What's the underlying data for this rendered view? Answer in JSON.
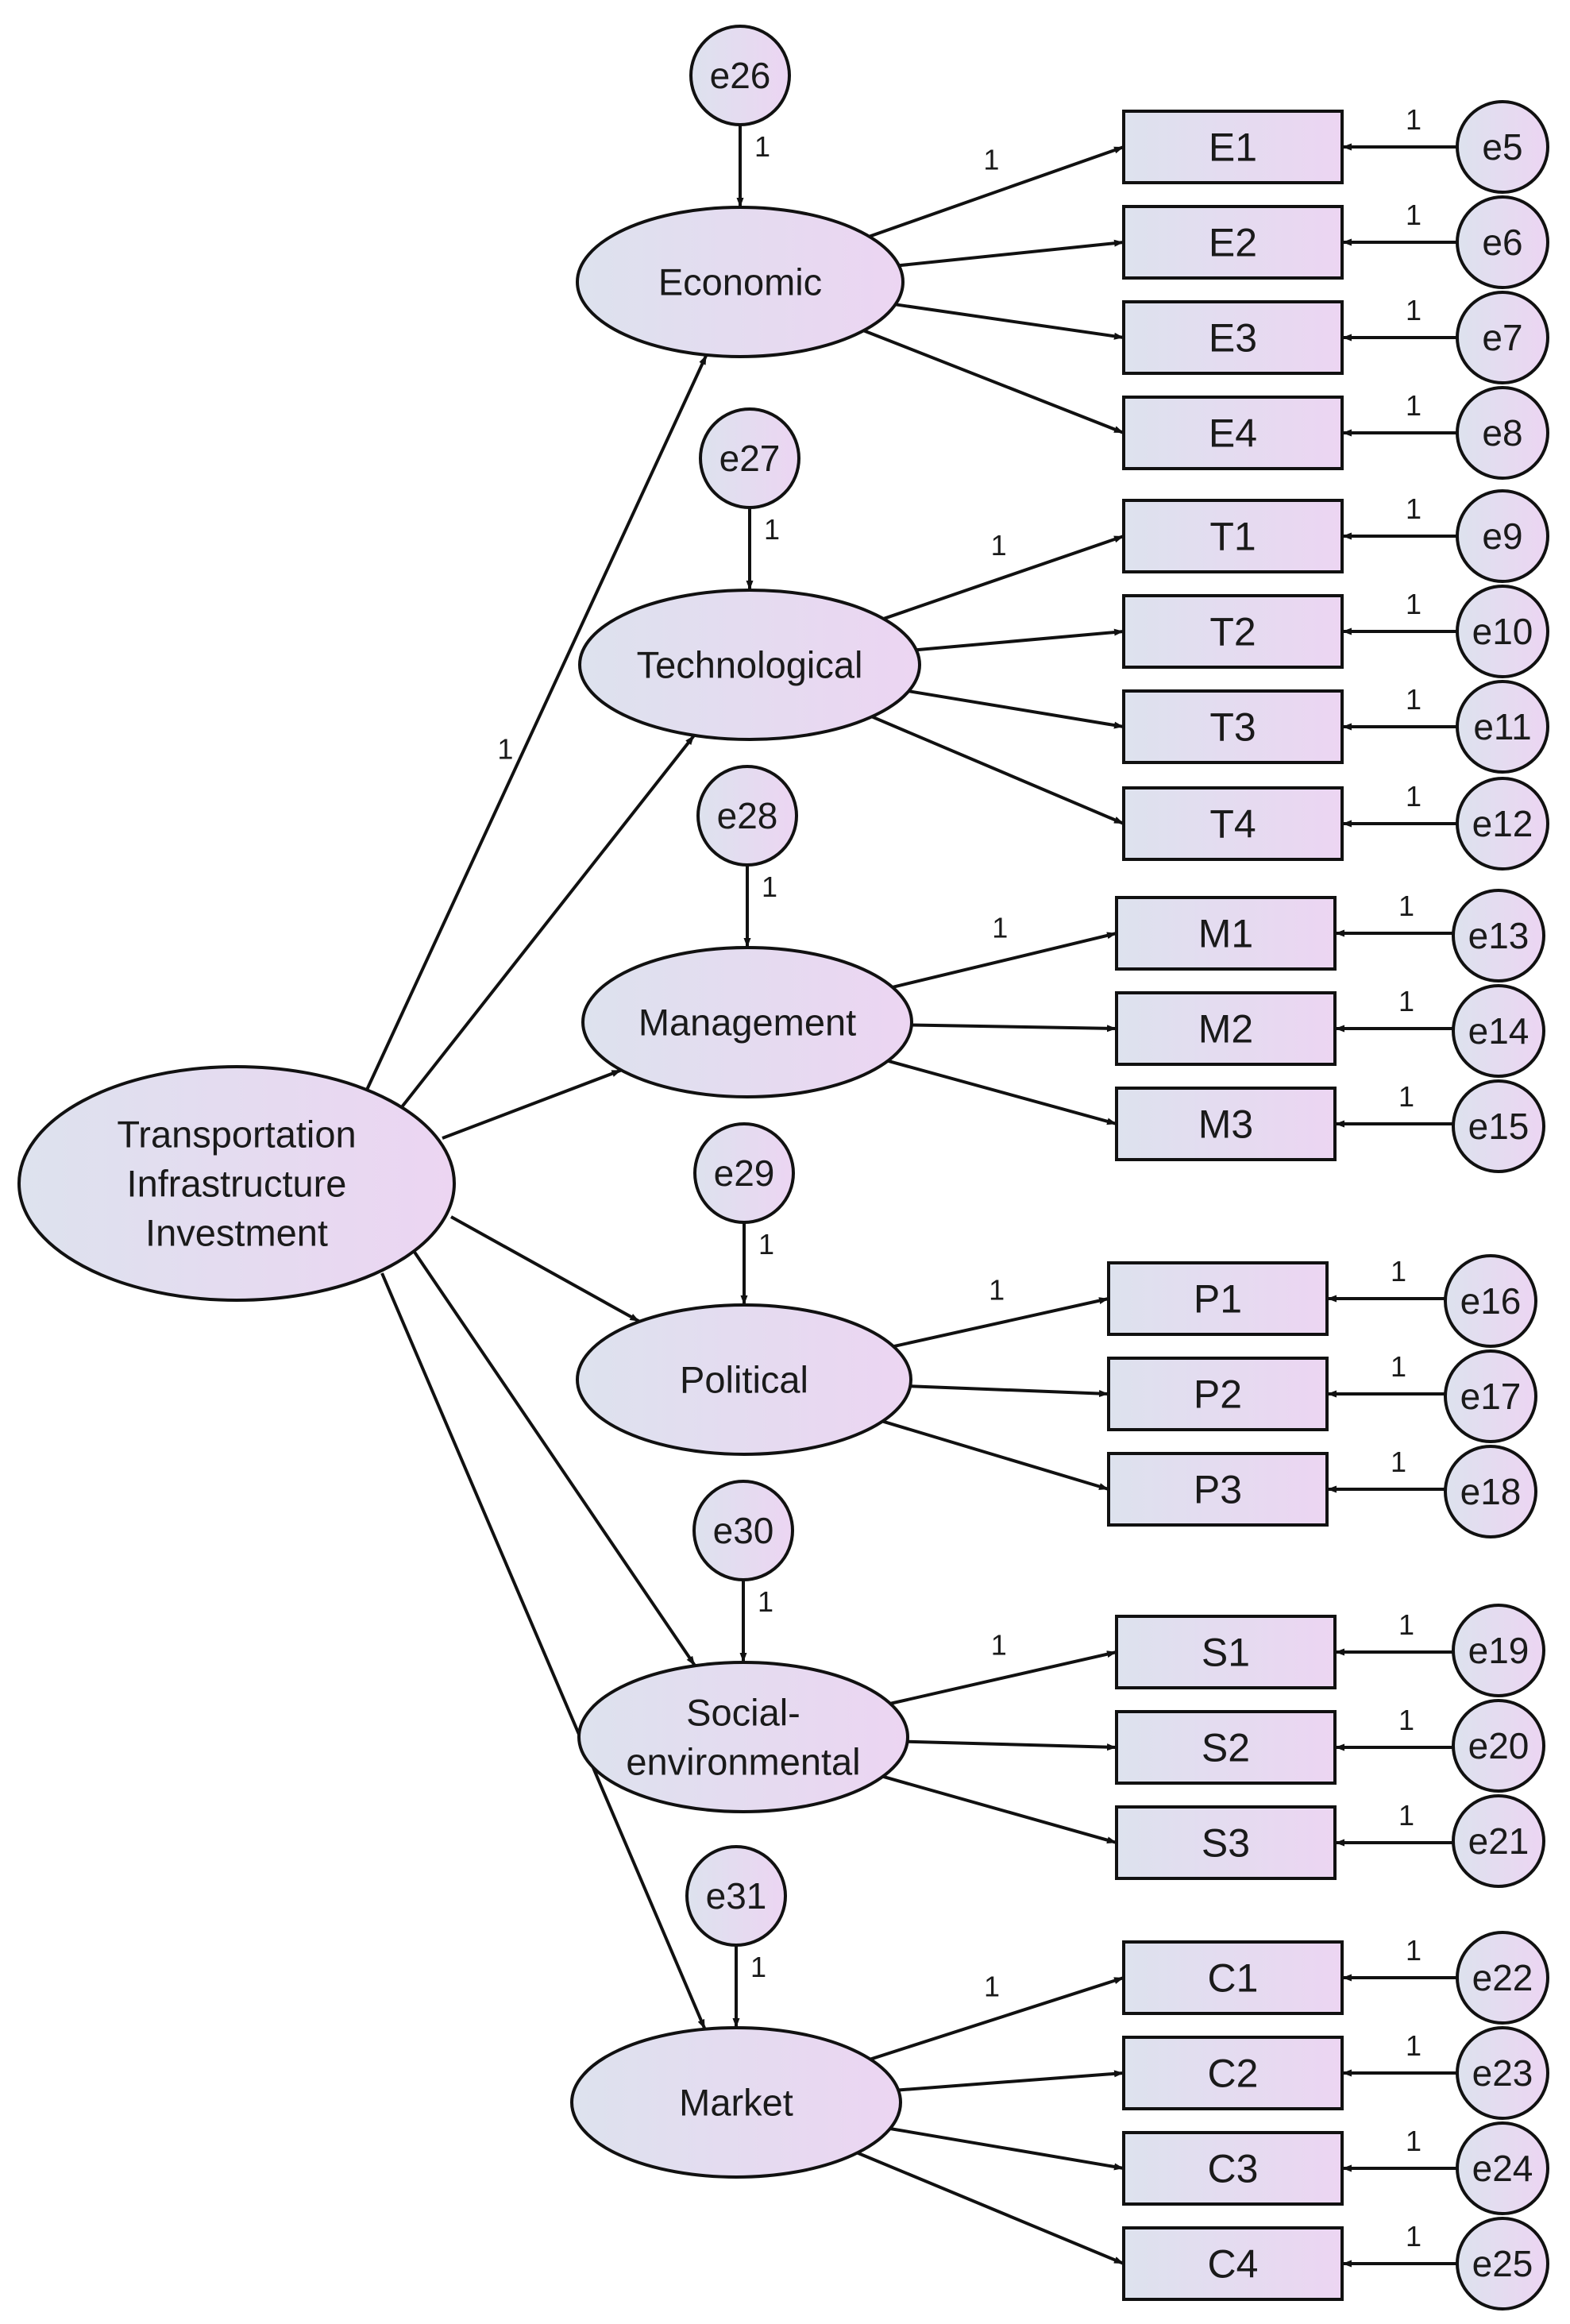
{
  "colors": {
    "fill_start": "#dde2ee",
    "fill_end": "#ecd5f2",
    "stroke": "#111111",
    "text": "#1a1a1a"
  },
  "second_order": {
    "id": "tii",
    "label_lines": [
      "Transportation",
      "Infrastructure",
      "Investment"
    ],
    "paths": [
      {
        "to": "economic",
        "label": "1"
      },
      {
        "to": "technological",
        "label": ""
      },
      {
        "to": "management",
        "label": ""
      },
      {
        "to": "political",
        "label": ""
      },
      {
        "to": "social",
        "label": ""
      },
      {
        "to": "market",
        "label": ""
      }
    ]
  },
  "factors": [
    {
      "id": "economic",
      "label_lines": [
        "Economic"
      ],
      "disturbance": {
        "label": "e26",
        "loading": "1"
      },
      "indicators": [
        {
          "label": "E1",
          "loading": "1",
          "error": "e5",
          "error_loading": "1"
        },
        {
          "label": "E2",
          "loading": "",
          "error": "e6",
          "error_loading": "1"
        },
        {
          "label": "E3",
          "loading": "",
          "error": "e7",
          "error_loading": "1"
        },
        {
          "label": "E4",
          "loading": "",
          "error": "e8",
          "error_loading": "1"
        }
      ]
    },
    {
      "id": "technological",
      "label_lines": [
        "Technological"
      ],
      "disturbance": {
        "label": "e27",
        "loading": "1"
      },
      "indicators": [
        {
          "label": "T1",
          "loading": "1",
          "error": "e9",
          "error_loading": "1"
        },
        {
          "label": "T2",
          "loading": "",
          "error": "e10",
          "error_loading": "1"
        },
        {
          "label": "T3",
          "loading": "",
          "error": "e11",
          "error_loading": "1"
        },
        {
          "label": "T4",
          "loading": "",
          "error": "e12",
          "error_loading": "1"
        }
      ]
    },
    {
      "id": "management",
      "label_lines": [
        "Management"
      ],
      "disturbance": {
        "label": "e28",
        "loading": "1"
      },
      "indicators": [
        {
          "label": "M1",
          "loading": "1",
          "error": "e13",
          "error_loading": "1"
        },
        {
          "label": "M2",
          "loading": "",
          "error": "e14",
          "error_loading": "1"
        },
        {
          "label": "M3",
          "loading": "",
          "error": "e15",
          "error_loading": "1"
        }
      ]
    },
    {
      "id": "political",
      "label_lines": [
        "Political"
      ],
      "disturbance": {
        "label": "e29",
        "loading": "1"
      },
      "indicators": [
        {
          "label": "P1",
          "loading": "1",
          "error": "e16",
          "error_loading": "1"
        },
        {
          "label": "P2",
          "loading": "",
          "error": "e17",
          "error_loading": "1"
        },
        {
          "label": "P3",
          "loading": "",
          "error": "e18",
          "error_loading": "1"
        }
      ]
    },
    {
      "id": "social",
      "label_lines": [
        "Social-",
        "environmental"
      ],
      "disturbance": {
        "label": "e30",
        "loading": "1"
      },
      "indicators": [
        {
          "label": "S1",
          "loading": "1",
          "error": "e19",
          "error_loading": "1"
        },
        {
          "label": "S2",
          "loading": "",
          "error": "e20",
          "error_loading": "1"
        },
        {
          "label": "S3",
          "loading": "",
          "error": "e21",
          "error_loading": "1"
        }
      ]
    },
    {
      "id": "market",
      "label_lines": [
        "Market"
      ],
      "disturbance": {
        "label": "e31",
        "loading": "1"
      },
      "indicators": [
        {
          "label": "C1",
          "loading": "1",
          "error": "e22",
          "error_loading": "1"
        },
        {
          "label": "C2",
          "loading": "",
          "error": "e23",
          "error_loading": "1"
        },
        {
          "label": "C3",
          "loading": "",
          "error": "e24",
          "error_loading": "1"
        },
        {
          "label": "C4",
          "loading": "",
          "error": "e25",
          "error_loading": "1"
        }
      ]
    }
  ]
}
